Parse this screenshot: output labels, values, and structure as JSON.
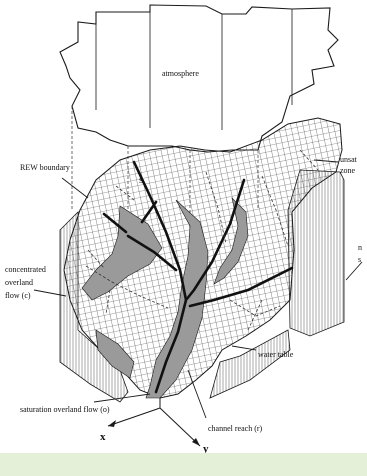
{
  "diagram": {
    "labels": {
      "atmosphere": "atmosphere",
      "rew_boundary": "REW boundary",
      "unsat_zone_line1": "unsat",
      "unsat_zone_line2": "zone",
      "s_marker": "s",
      "concentrated_line1": "concentrated",
      "concentrated_line2": "overland",
      "concentrated_line3": "flow (c)",
      "right_edge_line1": "n",
      "right_edge_line2": "s",
      "water_table": "water table",
      "saturation_flow": "saturation overland flow (o)",
      "channel_reach": "channel reach (r)",
      "axis_x": "x",
      "axis_y": "y"
    },
    "colors": {
      "background": "#ffffff",
      "line": "#1a1a1a",
      "saturated_zone": "#9a9a9a",
      "footer_strip": "#e4f1d8"
    }
  }
}
